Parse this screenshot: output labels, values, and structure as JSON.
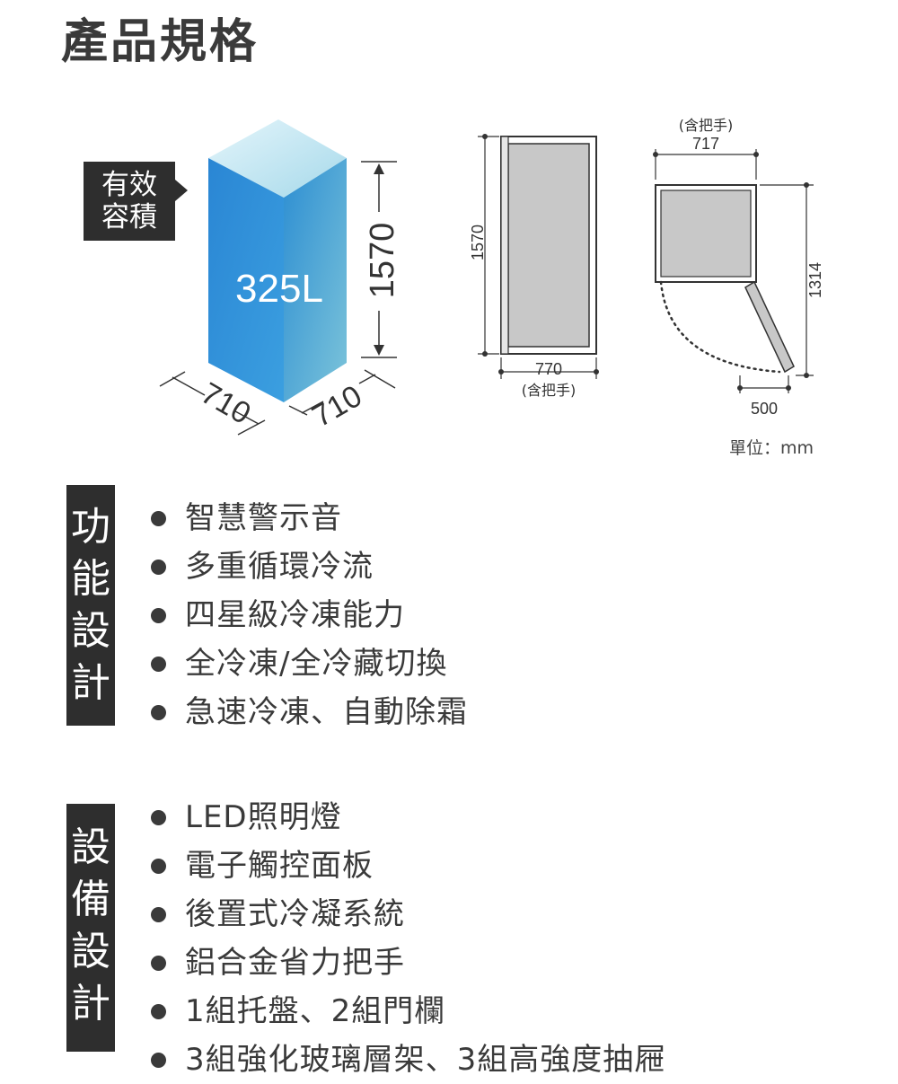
{
  "title": "產品規格",
  "capacity": {
    "label_line1": "有效",
    "label_line2": "容積",
    "value": "325L",
    "height": "1570",
    "width": "710",
    "depth": "710"
  },
  "front_view": {
    "height": "1570",
    "width": "770",
    "width_note": "(含把手)"
  },
  "top_view": {
    "width_note": "(含把手)",
    "width": "717",
    "depth": "1314",
    "handle_clearance": "500"
  },
  "unit": "單位：mm",
  "function_section": {
    "tag": [
      "功",
      "能",
      "設",
      "計"
    ],
    "items": [
      "智慧警示音",
      "多重循環冷流",
      "四星級冷凍能力",
      "全冷凍/全冷藏切換",
      "急速冷凍、自動除霜"
    ]
  },
  "equipment_section": {
    "tag": [
      "設",
      "備",
      "設",
      "計"
    ],
    "items": [
      "LED照明燈",
      "電子觸控面板",
      "後置式冷凝系統",
      "鋁合金省力把手",
      "1組托盤、2組門欄",
      "3組強化玻璃層架、3組高強度抽屜"
    ]
  },
  "colors": {
    "dark_tag": "#2e2e2e",
    "cube_front": "#2f8fd6",
    "cube_side": "#4aa3c8",
    "cube_top": "#bfe6f2",
    "panel_gray": "#c8c8c8"
  }
}
